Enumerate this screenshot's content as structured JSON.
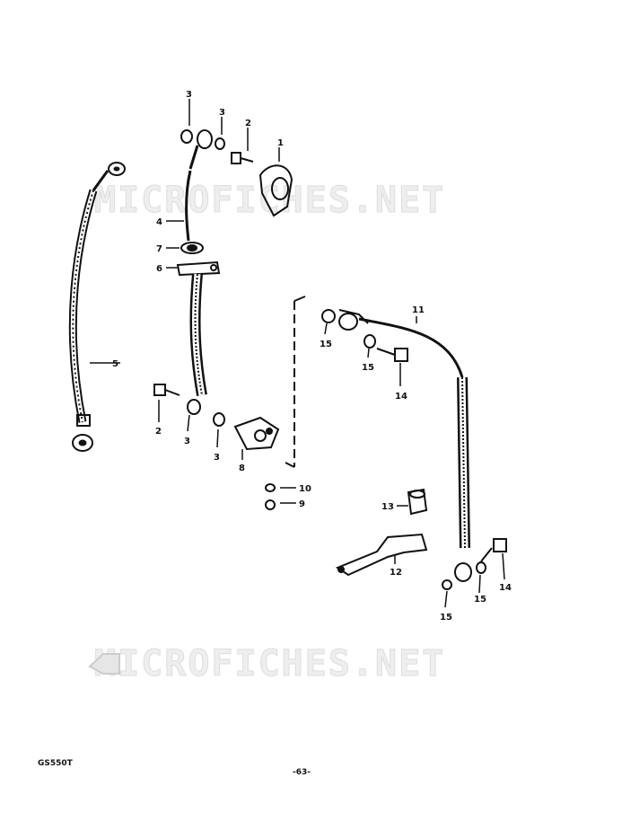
{
  "watermark": {
    "text_top": "MICROFICHES.NET",
    "text_bottom": "MICROFICHES.NET"
  },
  "footer": {
    "model": "GS550T",
    "page": "-63-"
  },
  "callouts": {
    "c1": "1",
    "c2a": "2",
    "c2b": "2",
    "c3a": "3",
    "c3b": "3",
    "c3c": "3",
    "c3d": "3",
    "c4": "4",
    "c5": "5",
    "c6": "6",
    "c7": "7",
    "c8": "8",
    "c9": "9",
    "c10": "10",
    "c11": "11",
    "c12": "12",
    "c13": "13",
    "c14a": "14",
    "c14b": "14",
    "c15a": "15",
    "c15b": "15",
    "c15c": "15",
    "c15d": "15"
  }
}
